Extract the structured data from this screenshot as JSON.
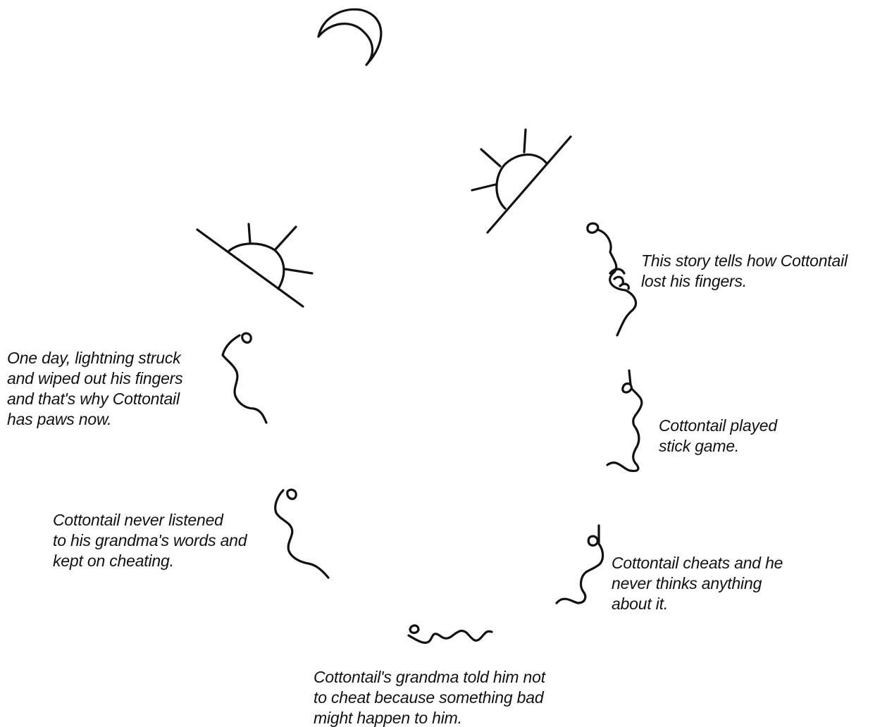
{
  "figure": {
    "colors": {
      "ink": "#111111",
      "paper": "#ffffff"
    },
    "symbols": [
      "moon-icon",
      "rising-sun-icon",
      "setting-sun-icon",
      "figure-icon"
    ]
  },
  "captions": [
    {
      "lines": [
        "This story tells how Cottontail",
        "lost his fingers."
      ]
    },
    {
      "lines": [
        "Cottontail played",
        "stick game."
      ]
    },
    {
      "lines": [
        "Cottontail cheats and he",
        "never thinks anything",
        "about it."
      ]
    },
    {
      "lines": [
        "Cottontail's grandma told him not",
        "to cheat because something bad",
        "might happen to him."
      ]
    },
    {
      "lines": [
        "Cottontail never listened",
        "to his grandma's words and",
        "kept on cheating."
      ]
    },
    {
      "lines": [
        "One day, lightning struck",
        "and wiped out his fingers",
        "and that's why Cottontail",
        "has paws now."
      ]
    }
  ]
}
